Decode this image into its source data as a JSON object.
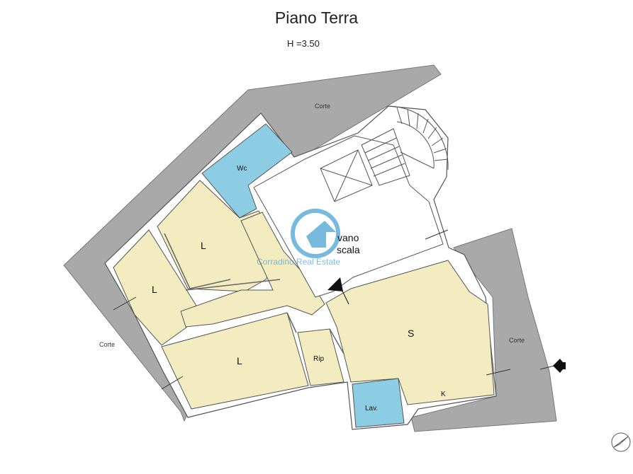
{
  "title": "Piano Terra",
  "height_note": "H =3.50",
  "areas": {
    "corte_top": "Corte",
    "corte_left": "Corte",
    "corte_right": "Corte"
  },
  "rooms": {
    "wc": "Wc",
    "vano": "vano",
    "scala": "scala",
    "l_top": "L",
    "l_left": "L",
    "l_bottom": "L",
    "rip": "Rip",
    "s": "S",
    "k": "K",
    "lav": "Lav."
  },
  "watermark": "Corradino Real Estate",
  "colors": {
    "court": "#a9a9a9",
    "room": "#f3ecc0",
    "bath": "#8dcde3",
    "wall": "#ffffff",
    "accent": "#4aa3d4"
  }
}
